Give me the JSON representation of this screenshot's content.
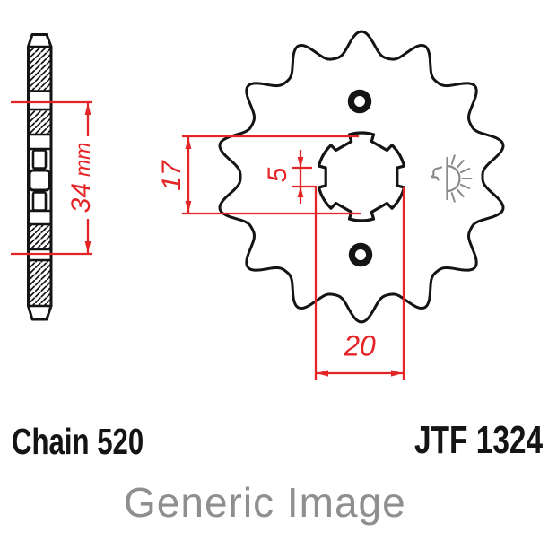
{
  "title_block": {
    "chain_label": "Chain 520",
    "part_number": "JTF 1324",
    "watermark": "Generic Image"
  },
  "dimensions": {
    "shaft_length": {
      "value": "34",
      "unit": "mm"
    },
    "bore_height": "17",
    "spline_notch_width": "5",
    "bore_diameter": "20"
  },
  "icons": {
    "brand_logo": "rising-sun-figure-logo"
  },
  "colors": {
    "dimension_red": "#e42527",
    "line_black": "#141414",
    "logo_gray": "#8a8a8a",
    "watermark_gray": "#8f8f8f",
    "background": "#ffffff"
  }
}
